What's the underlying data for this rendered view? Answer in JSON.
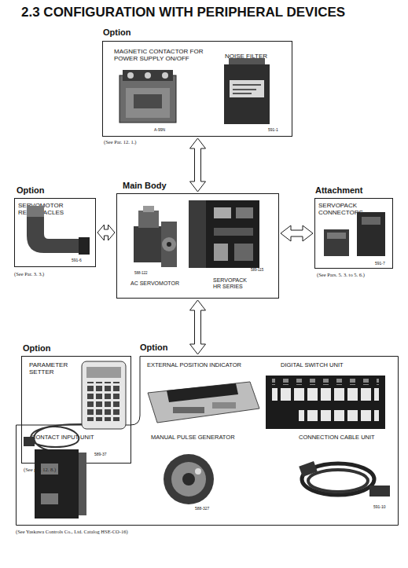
{
  "diagram": {
    "title": "2.3 CONFIGURATION WITH PERIPHERAL DEVICES",
    "nodes": [
      {
        "text": [
          "Option",
          "MAGNETIC CONTACTOR FOR POWER SUPPLY ON/OFF",
          "NOISE FILTER",
          "A-99N",
          "591-1"
        ]
      },
      {
        "text": [
          "Option",
          "SERVOMOTOR RECEPTACLES",
          "591-6"
        ]
      },
      {
        "text": [
          "Main Body",
          "AC SERVOMOTOR",
          "SERVOPACK HR SERIES",
          "588-122",
          "589-115"
        ]
      },
      {
        "text": [
          "Attachment",
          "SERVOPACK CONNECTORS",
          "591-7"
        ]
      },
      {
        "text": [
          "Option",
          "PARAMETER SETTER",
          "589-37"
        ]
      },
      {
        "text": [
          "Option",
          "EXTERNAL POSITION INDICATOR",
          "DIGITAL SWITCH UNIT",
          "CONTACT INPUT UNIT",
          "MANUAL PULSE GENERATOR",
          "CONNECTION CABLE UNIT",
          "588-327",
          "591-10"
        ]
      }
    ],
    "edges": [
      {
        "from": 0,
        "to": 2,
        "arrow": "both"
      },
      {
        "from": 1,
        "to": 2,
        "arrow": "both"
      },
      {
        "from": 2,
        "to": 3,
        "arrow": "both"
      },
      {
        "from": 2,
        "to": 5,
        "arrow": "both"
      }
    ],
    "labels": [
      "(See Par. 12. 1.)",
      "(See Par. 3. 3.)",
      "(See Pars. 5. 3. to 5. 6.)",
      "(See par. 12. 8.)",
      "(See Yaskawa Controls Co., Ltd. Catalog HSE-CO-16)"
    ]
  }
}
